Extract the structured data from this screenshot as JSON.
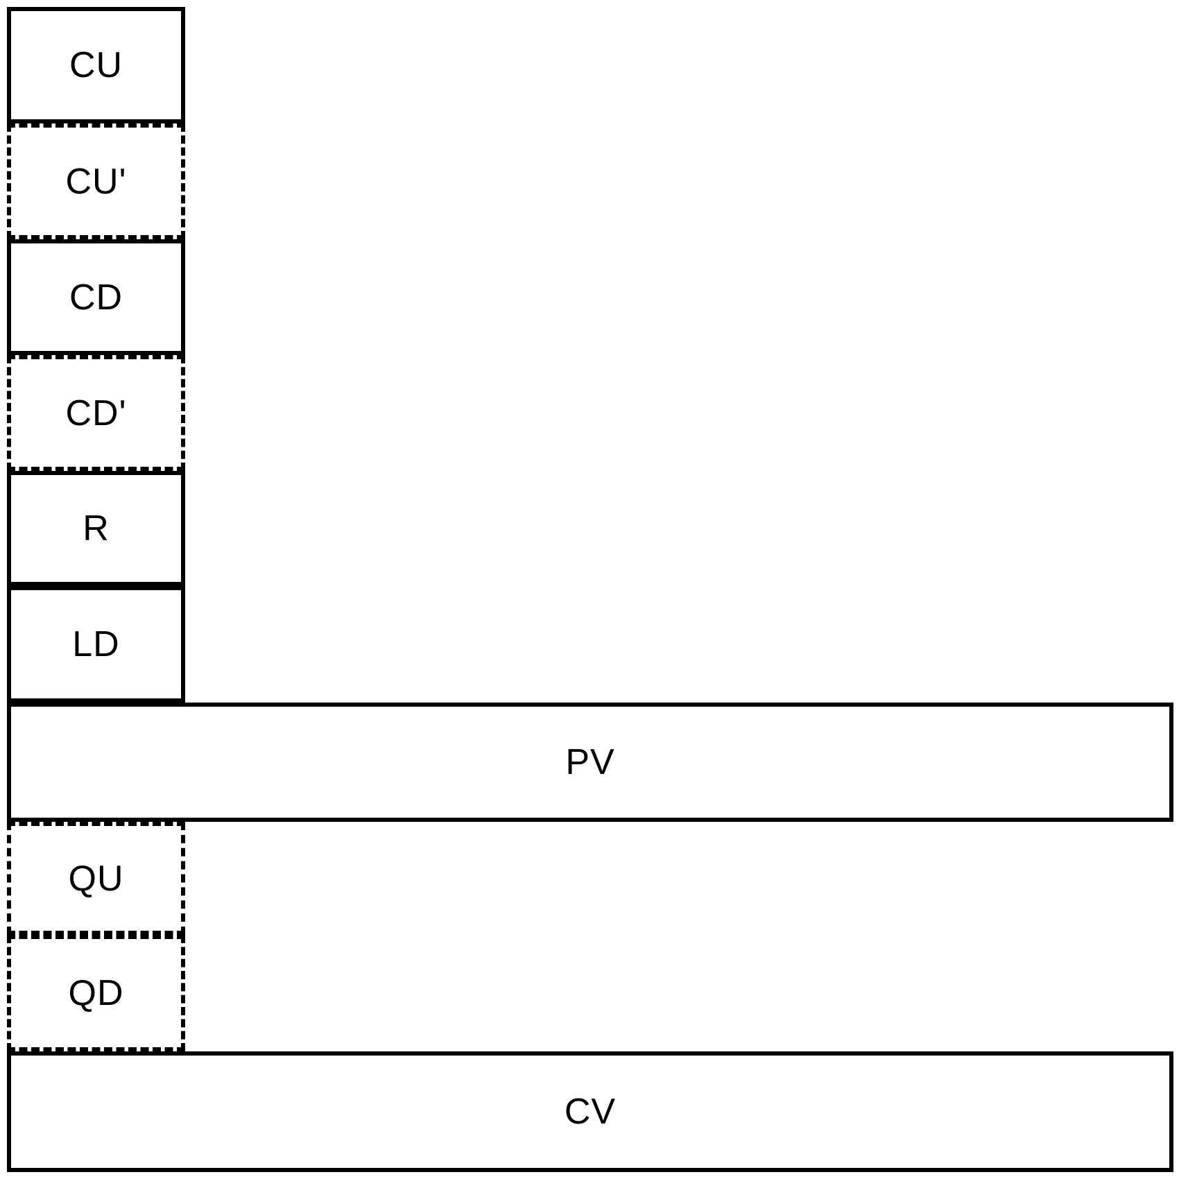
{
  "diagram": {
    "background": "#ffffff",
    "stroke": "#000000",
    "boxes": [
      {
        "id": "cu",
        "label": "CU",
        "border": "solid",
        "size": "narrow"
      },
      {
        "id": "cu-prime",
        "label": "CU'",
        "border": "dashed",
        "size": "narrow"
      },
      {
        "id": "cd",
        "label": "CD",
        "border": "solid",
        "size": "narrow"
      },
      {
        "id": "cd-prime",
        "label": "CD'",
        "border": "dashed",
        "size": "narrow"
      },
      {
        "id": "r",
        "label": "R",
        "border": "solid",
        "size": "narrow"
      },
      {
        "id": "ld",
        "label": "LD",
        "border": "solid",
        "size": "narrow"
      },
      {
        "id": "pv",
        "label": "PV",
        "border": "solid",
        "size": "wide"
      },
      {
        "id": "qu",
        "label": "QU",
        "border": "dashed",
        "size": "narrow"
      },
      {
        "id": "qd",
        "label": "QD",
        "border": "dashed",
        "size": "narrow"
      },
      {
        "id": "cv",
        "label": "CV",
        "border": "solid",
        "size": "wide"
      }
    ]
  }
}
